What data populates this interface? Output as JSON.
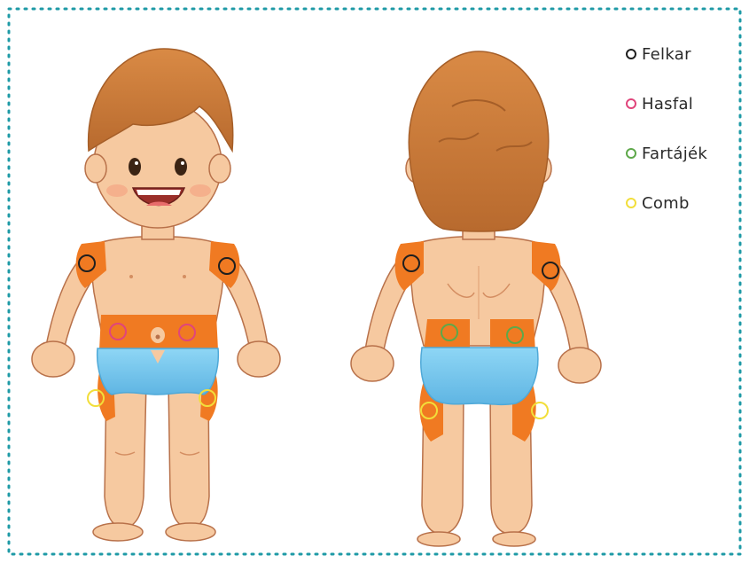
{
  "legend": {
    "items": [
      {
        "label": "Felkar",
        "color": "#1f1f1f"
      },
      {
        "label": "Hasfal",
        "color": "#e0457b"
      },
      {
        "label": "Fartájék",
        "color": "#5ea84a"
      },
      {
        "label": "Comb",
        "color": "#f2de3a"
      }
    ]
  },
  "colors": {
    "frame_border": "#1e9aa6",
    "skin": "#f6c9a0",
    "skin_shade": "#e9a97f",
    "skin_line": "#b8714a",
    "hair": "#c9783a",
    "hair_dark": "#a55e28",
    "diaper": "#7ccbf0",
    "diaper_dark": "#4fa9d8",
    "injection_zone": "#f07a22"
  },
  "figures": [
    {
      "view": "front"
    },
    {
      "view": "back"
    }
  ]
}
